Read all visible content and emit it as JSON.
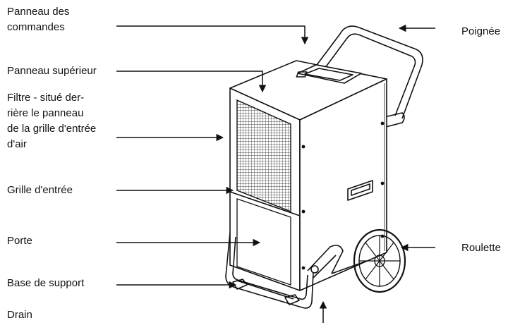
{
  "colors": {
    "line": "#111111",
    "background": "#ffffff"
  },
  "labels": {
    "panneau_commandes": {
      "line1": "Panneau des",
      "line2": "commandes"
    },
    "panneau_superieur": "Panneau supérieur",
    "filtre": {
      "line1": "Filtre - situé der-",
      "line2": "rière le panneau",
      "line3": "de la grille d'entrée",
      "line4": "d'air"
    },
    "grille_entree": "Grille d'entrée",
    "porte": "Porte",
    "base_support": "Base de support",
    "drain": "Drain",
    "poignee": "Poignée",
    "roulette": "Roulette"
  }
}
